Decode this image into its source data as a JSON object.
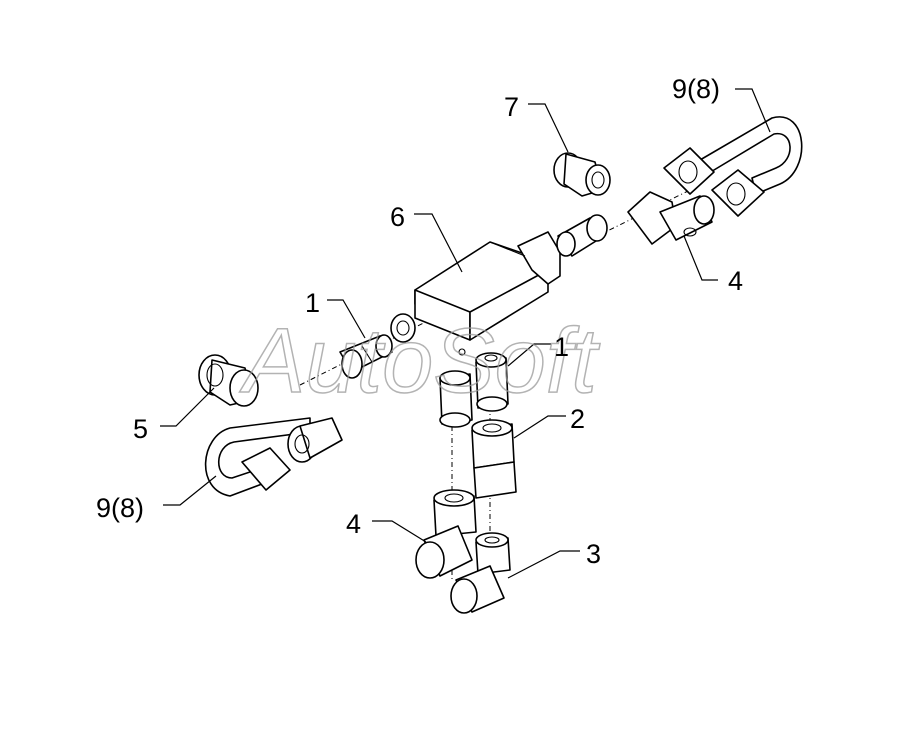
{
  "watermark": "AutoSoft",
  "callouts": {
    "c1a": "1",
    "c1b": "1",
    "c2": "2",
    "c3": "3",
    "c4a": "4",
    "c4b": "4",
    "c5": "5",
    "c6": "6",
    "c7": "7",
    "c9a": "9(8)",
    "c9b": "9(8)"
  }
}
